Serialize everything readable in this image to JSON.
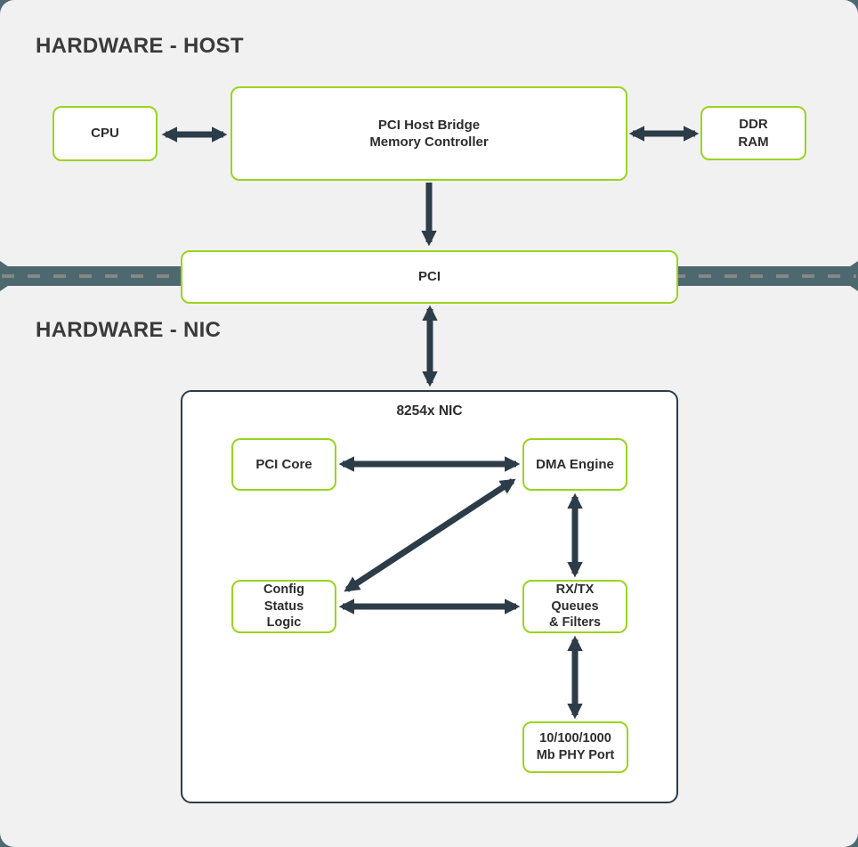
{
  "diagram": {
    "sections": [
      {
        "id": "host",
        "title": "HARDWARE - HOST"
      },
      {
        "id": "nic",
        "title": "HARDWARE - NIC"
      }
    ],
    "nodes": {
      "cpu": {
        "lines": [
          "CPU"
        ]
      },
      "host_bridge": {
        "lines": [
          "PCI Host Bridge",
          "Memory Controller"
        ]
      },
      "ddr_ram": {
        "lines": [
          "DDR",
          "RAM"
        ]
      },
      "pci_bus": {
        "lines": [
          "PCI"
        ]
      },
      "nic_chip": {
        "title": "8254x NIC"
      },
      "pci_core": {
        "lines": [
          "PCI Core"
        ]
      },
      "dma_engine": {
        "lines": [
          "DMA Engine"
        ]
      },
      "config_status_logic": {
        "lines": [
          "Config",
          "Status",
          "Logic"
        ]
      },
      "rxtx_queues": {
        "lines": [
          "RX/TX",
          "Queues",
          "& Filters"
        ]
      },
      "phy_port": {
        "lines": [
          "10/100/1000",
          "Mb PHY Port"
        ]
      }
    },
    "edges": [
      {
        "from": "cpu",
        "to": "host_bridge",
        "bidirectional": true
      },
      {
        "from": "host_bridge",
        "to": "ddr_ram",
        "bidirectional": true
      },
      {
        "from": "host_bridge",
        "to": "pci_bus",
        "bidirectional": false
      },
      {
        "from": "pci_bus",
        "to": "nic_chip",
        "bidirectional": true
      },
      {
        "from": "pci_core",
        "to": "dma_engine",
        "bidirectional": true
      },
      {
        "from": "config_status_logic",
        "to": "dma_engine",
        "bidirectional": true
      },
      {
        "from": "dma_engine",
        "to": "rxtx_queues",
        "bidirectional": true
      },
      {
        "from": "config_status_logic",
        "to": "rxtx_queues",
        "bidirectional": true
      },
      {
        "from": "rxtx_queues",
        "to": "phy_port",
        "bidirectional": true
      }
    ],
    "colors": {
      "outer_background": "#4d686f",
      "canvas_background": "#f1f1f2",
      "accent_green": "#9ad41f",
      "arrow": "#2d3c49",
      "divider_band": "#4d686f",
      "divider_dash": "#878787",
      "nic_border": "#2d3c49",
      "text": "#2d2d2d"
    }
  }
}
